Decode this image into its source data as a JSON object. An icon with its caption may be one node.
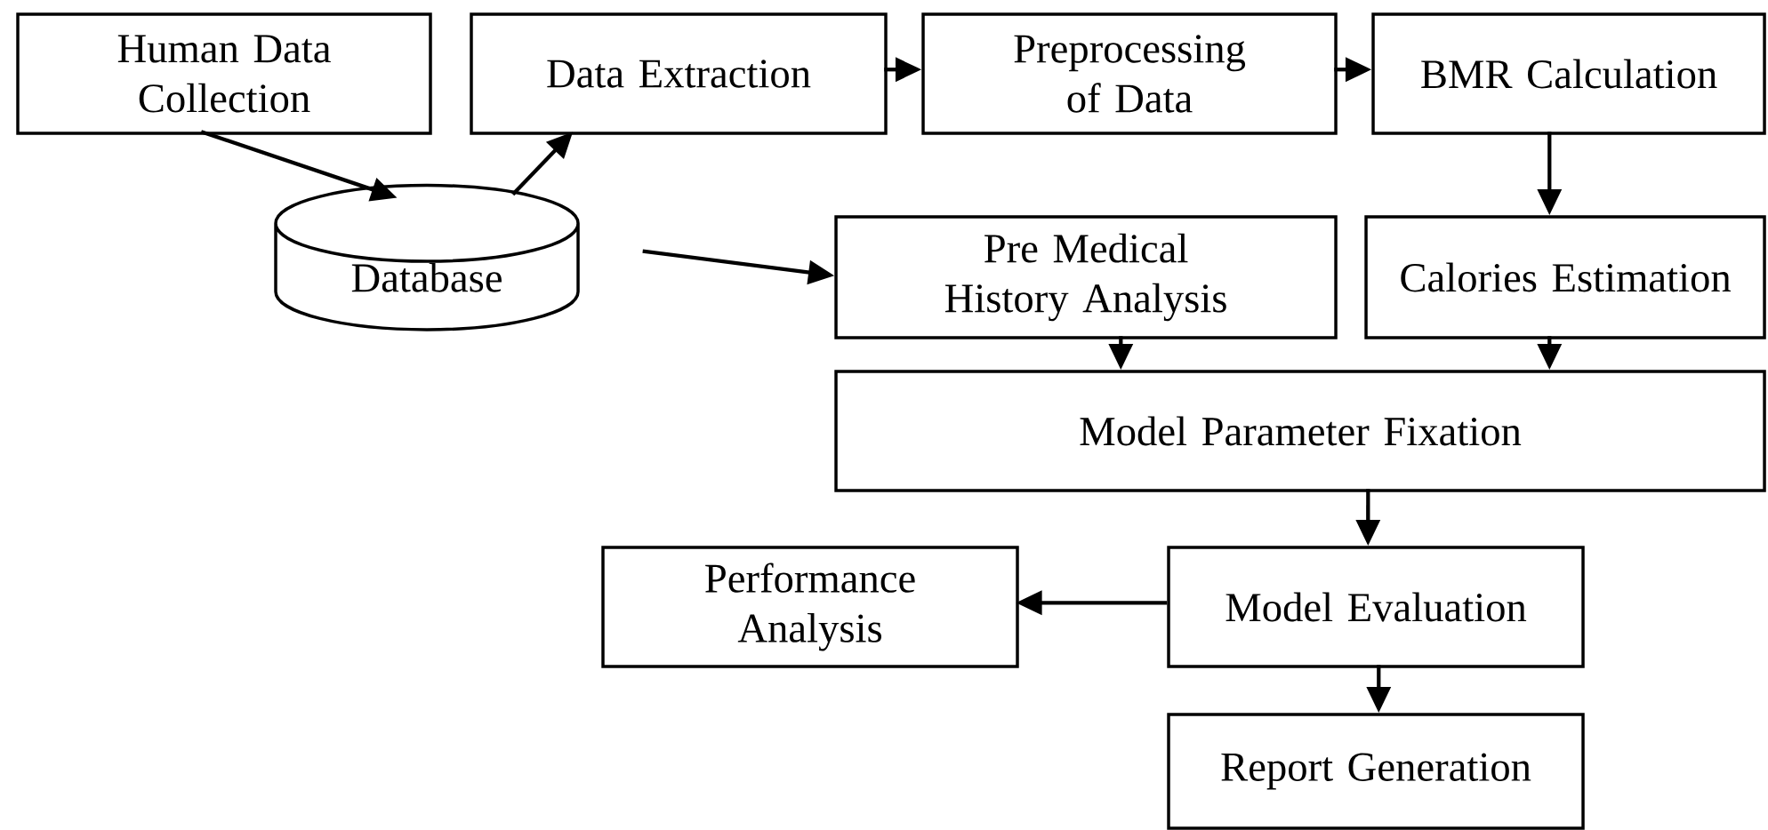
{
  "diagram": {
    "nodes": [
      {
        "text": [
          "Human Data Collection"
        ]
      },
      {
        "text": [
          "Data Extraction"
        ]
      },
      {
        "text": [
          "Preprocessing of Data"
        ]
      },
      {
        "text": [
          "BMR Calculation"
        ]
      },
      {
        "text": [
          "Database"
        ]
      },
      {
        "text": [
          "Pre Medical History Analysis"
        ]
      },
      {
        "text": [
          "Calories Estimation"
        ]
      },
      {
        "text": [
          "Model Parameter Fixation"
        ]
      },
      {
        "text": [
          "Performance Analysis"
        ]
      },
      {
        "text": [
          "Model Evaluation"
        ]
      },
      {
        "text": [
          "Report Generation"
        ]
      }
    ],
    "edges": [
      {
        "from": 0,
        "to": 4,
        "arrow": "to"
      },
      {
        "from": 4,
        "to": 1,
        "arrow": "to"
      },
      {
        "from": 1,
        "to": 2,
        "arrow": "to"
      },
      {
        "from": 2,
        "to": 3,
        "arrow": "to"
      },
      {
        "from": 3,
        "to": 6,
        "arrow": "to"
      },
      {
        "from": 4,
        "to": 5,
        "arrow": "to"
      },
      {
        "from": 5,
        "to": 7,
        "arrow": "to"
      },
      {
        "from": 6,
        "to": 7,
        "arrow": "to"
      },
      {
        "from": 7,
        "to": 9,
        "arrow": "to"
      },
      {
        "from": 9,
        "to": 8,
        "arrow": "to"
      },
      {
        "from": 9,
        "to": 10,
        "arrow": "to"
      }
    ]
  }
}
